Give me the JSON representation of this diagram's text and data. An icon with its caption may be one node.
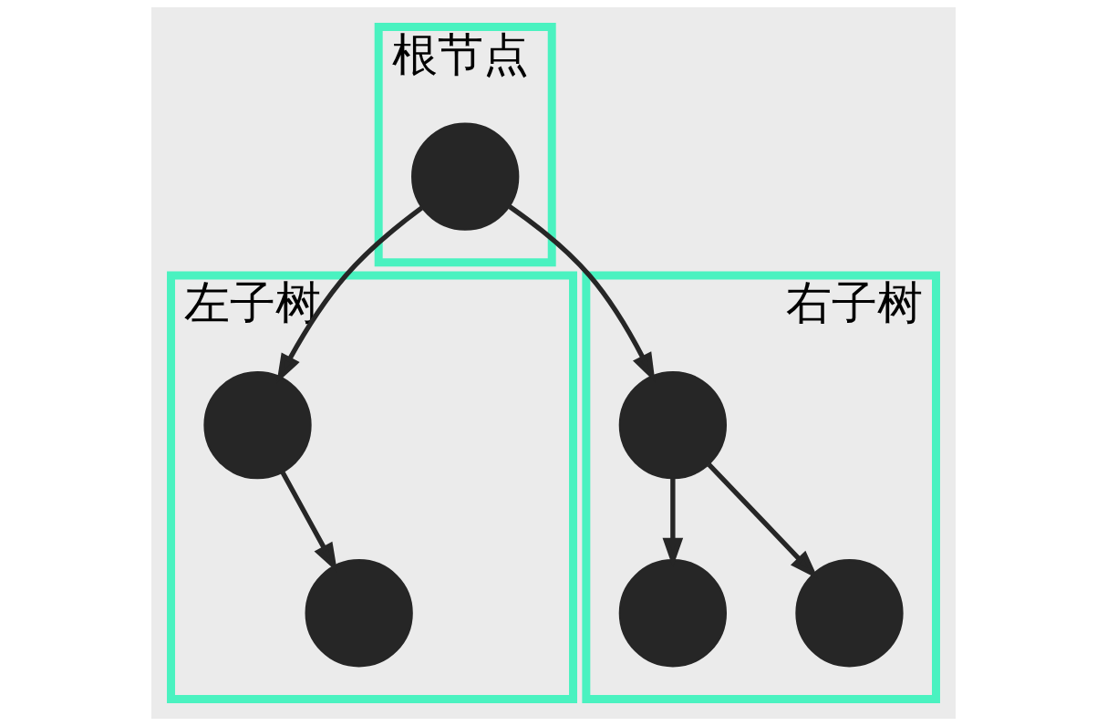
{
  "diagram": {
    "nodes": [
      {
        "text": [
          "根节点"
        ]
      },
      {
        "text": [],
        "shape": "circle",
        "in": 0
      },
      {
        "text": [
          "左子树"
        ]
      },
      {
        "text": [],
        "shape": "circle",
        "in": 2
      },
      {
        "text": [],
        "shape": "circle",
        "in": 2
      },
      {
        "text": [
          "右子树"
        ]
      },
      {
        "text": [],
        "shape": "circle",
        "in": 5
      },
      {
        "text": [],
        "shape": "circle",
        "in": 5
      },
      {
        "text": [],
        "shape": "circle",
        "in": 5
      }
    ],
    "edges": [
      {
        "from": 1,
        "to": 3,
        "arrow": "to"
      },
      {
        "from": 1,
        "to": 6,
        "arrow": "to"
      },
      {
        "from": 3,
        "to": 4,
        "arrow": "to"
      },
      {
        "from": 6,
        "to": 7,
        "arrow": "to"
      },
      {
        "from": 6,
        "to": 8,
        "arrow": "to"
      }
    ]
  }
}
